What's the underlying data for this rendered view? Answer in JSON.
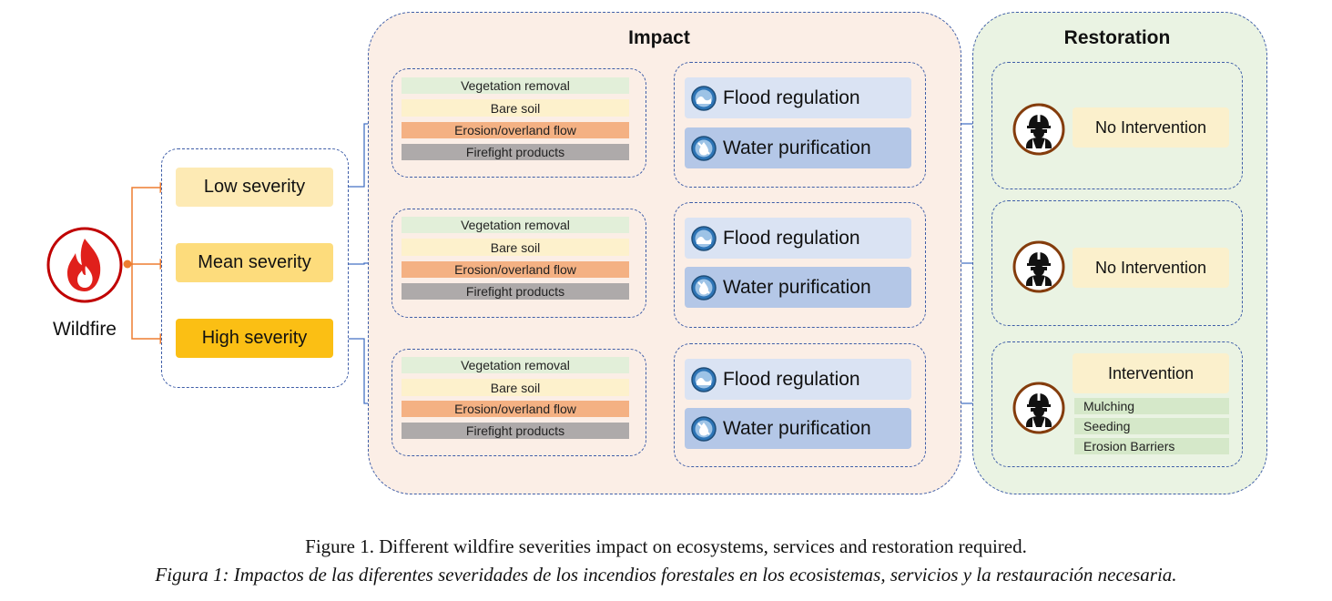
{
  "panels": {
    "impact_title": "Impact",
    "restoration_title": "Restoration"
  },
  "wildfire": {
    "label": "Wildfire",
    "icon": "flame-icon",
    "icon_color": "#e0201b"
  },
  "severities": [
    {
      "label": "Low severity",
      "fill": "#fdeab4",
      "intensity": 0.3
    },
    {
      "label": "Mean severity",
      "fill": "#fddc7c",
      "intensity": 0.6
    },
    {
      "label": "High severity",
      "fill": "#fbbf14",
      "intensity": 1.0
    }
  ],
  "impact_groups": [
    {
      "degradation": [
        "Vegetation removal",
        "Bare soil",
        "Erosion/overland flow",
        "Firefight products"
      ],
      "degradation_level": 0.2,
      "services": [
        "Flood regulation",
        "Water purification"
      ],
      "service_level": 0.2
    },
    {
      "degradation": [
        "Vegetation removal",
        "Bare soil",
        "Erosion/overland flow",
        "Firefight products"
      ],
      "degradation_level": 0.5,
      "services": [
        "Flood regulation",
        "Water purification"
      ],
      "service_level": 0.45
    },
    {
      "degradation": [
        "Vegetation removal",
        "Bare soil",
        "Erosion/overland flow",
        "Firefight products"
      ],
      "degradation_level": 1.0,
      "services": [
        "Flood regulation",
        "Water purification"
      ],
      "service_level": 1.0
    }
  ],
  "restoration": [
    {
      "label": "No Intervention",
      "measures": []
    },
    {
      "label": "No Intervention",
      "measures": []
    },
    {
      "label": "Intervention",
      "measures": [
        "Mulching",
        "Seeding",
        "Erosion Barriers"
      ]
    }
  ],
  "strip_colors": [
    "#e2efd9",
    "#fdf1cc",
    "#f4b183",
    "#aeaaaa"
  ],
  "service_colors": [
    "#dae3f3",
    "#b4c7e7"
  ],
  "accent_colors": {
    "orange": "#ed7d31",
    "blue": "#4472c4",
    "navy": "#203864",
    "severity_bar": "#ff0000"
  },
  "icons": {
    "service_1": "wave-icon",
    "service_2": "water-drop-icon",
    "restoration": "worker-icon"
  },
  "caption": {
    "english": "Figure 1. Different wildfire severities impact on ecosystems, services and restoration required.",
    "spanish": "Figura 1: Impactos de las diferentes severidades de los incendios forestales en los ecosistemas, servicios y la restauración necesaria."
  }
}
